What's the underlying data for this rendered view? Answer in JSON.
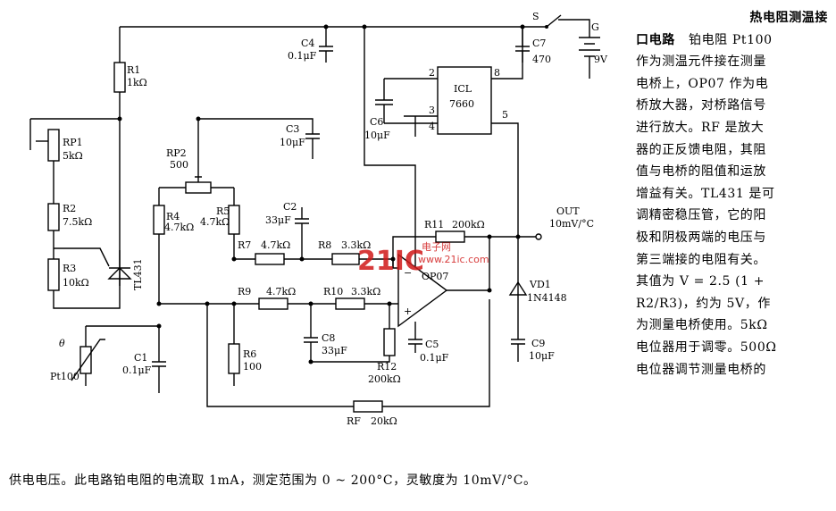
{
  "description": {
    "title_line1": "热电阻测温接",
    "title_line2": "口电路",
    "intro": "铂电阻 Pt100",
    "body_lines": [
      "作为测温元件接在测量",
      "电桥上，OP07 作为电",
      "桥放大器，对桥路信号",
      "进行放大。RF 是放大",
      "器的正反馈电阻，其阻",
      "值与电桥的阻值和运放",
      "增益有关。TL431 是可",
      "调精密稳压管，它的阳",
      "极和阴极两端的电压与",
      "第三端接的电阻有关。",
      "其值为 V = 2.5 (1 +",
      "R2/R3)，约为 5V，作",
      "为测量电桥使用。5kΩ",
      "电位器用于调零。500Ω",
      "电位器调节测量电桥的"
    ],
    "bottom_line": "供电电压。此电路铂电阻的电流取 1mA，测定范围为 0 ~ 200°C，灵敏度为 10mV/°C。"
  },
  "schematic": {
    "labels": {
      "s": "S",
      "g": "G",
      "g_v": "9V",
      "c7": "C7",
      "c7_v": "470",
      "c4": "C4",
      "c4_v": "0.1μF",
      "r1": "R1",
      "r1_v": "1kΩ",
      "rp1": "RP1",
      "rp1_v": "5kΩ",
      "r2": "R2",
      "r2_v": "7.5kΩ",
      "r3": "R3",
      "r3_v": "10kΩ",
      "tl431": "TL431",
      "c3": "C3",
      "c3_v": "10μF",
      "rp2": "RP2",
      "rp2_v": "500",
      "r4": "R4",
      "r4_v": "4.7kΩ",
      "r5": "R5",
      "r5_v": "4.7kΩ",
      "c2": "C2",
      "c2_v": "33μF",
      "r7": "R7",
      "r7_v": "4.7kΩ",
      "r8": "R8",
      "r8_v": "3.3kΩ",
      "r9": "R9",
      "r9_v": "4.7kΩ",
      "r10": "R10",
      "r10_v": "3.3kΩ",
      "r11": "R11",
      "r11_v": "200kΩ",
      "op07": "OP07",
      "out": "OUT",
      "out_v": "10mV/°C",
      "vd1": "VD1",
      "vd1_v": "1N4148",
      "icl": "ICL",
      "icl_v": "7660",
      "pin2": "2",
      "pin3": "3",
      "pin4": "4",
      "pin5": "5",
      "pin8": "8",
      "c6": "C6",
      "c6_v": "10μF",
      "c8": "C8",
      "c8_v": "33μF",
      "c5": "C5",
      "c5_v": "0.1μF",
      "c9": "C9",
      "c9_v": "10μF",
      "r12": "R12",
      "r12_v": "200kΩ",
      "r6": "R6",
      "r6_v": "100",
      "c1": "C1",
      "c1_v": "0.1μF",
      "pt100": "Pt100",
      "theta": "θ",
      "rf": "RF",
      "rf_v": "20kΩ",
      "minus": "−",
      "plus": "+"
    },
    "watermark": {
      "logo": "21IC",
      "site_cn": "电子网",
      "site_url": "www.21ic.com"
    }
  }
}
